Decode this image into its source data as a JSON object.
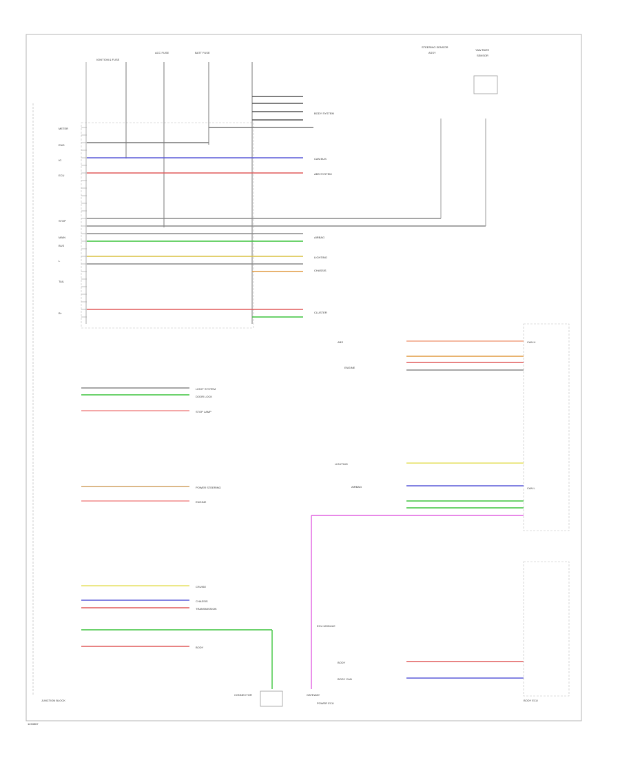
{
  "diagram": {
    "footer_code": "1234567",
    "top_labels": [
      "IGNITION & FUSE",
      "ACC FUSE",
      "BATT FUSE"
    ],
    "left_labels": [
      "METER",
      "ENG",
      "IG",
      "ECU",
      "STOP",
      "MAIN",
      "BUS",
      "L",
      "TAIL",
      "B+"
    ],
    "top_right": {
      "sensor1": [
        "STEERING SENSOR",
        "ASSY"
      ],
      "sensor2": [
        "YAW RATE",
        "SENSOR"
      ]
    },
    "mid_right": [
      "BODY SYSTEM",
      "CAN BUS",
      "ABS SYSTEM",
      "AIRBAG",
      "LIGHTING",
      "CHASSIS",
      "CLUSTER"
    ],
    "left_mid": [
      "LIGHT SYSTEM",
      "DOOR LOCK",
      "STOP LAMP"
    ],
    "left_low": [
      "POWER STEERING",
      "ENGINE",
      "CRUISE",
      "CHASSIS",
      "TRANSMISSION",
      "BODY"
    ],
    "right_labels": [
      "ABS",
      "ENGINE",
      "LIGHTING",
      "AIRBAG",
      "CAN H",
      "CAN L",
      "BODY",
      "BODY CAN"
    ],
    "bottom_labels": [
      "JUNCTION BLOCK",
      "CONNECTOR",
      "ECU MODULE",
      "GATEWAY",
      "BODY ECU",
      "POWER ECU"
    ]
  }
}
